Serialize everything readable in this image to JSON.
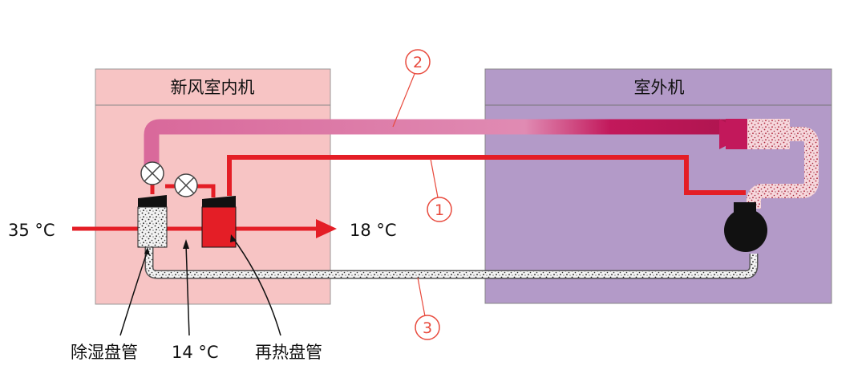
{
  "labels": {
    "indoor_unit": "新风室内机",
    "outdoor_unit": "室外机",
    "inlet_temp": "35 °C",
    "outlet_temp": "18 °C",
    "mid_temp": "14 °C",
    "dehumid_coil": "除湿盘管",
    "reheat_coil": "再热盘管",
    "marker_1": "1",
    "marker_2": "2",
    "marker_3": "3"
  },
  "colors": {
    "indoor_bg": "#f7c4c4",
    "outdoor_bg": "#b39ac8",
    "hot_red": "#e41e26",
    "gas_pink": "#d9699b",
    "gas_magenta": "#c2185b",
    "callout_red": "#e8493c"
  },
  "icons": [
    "expansion-valve-icon",
    "compressor-icon",
    "heat-exchanger-icon",
    "flow-arrow-icon"
  ]
}
